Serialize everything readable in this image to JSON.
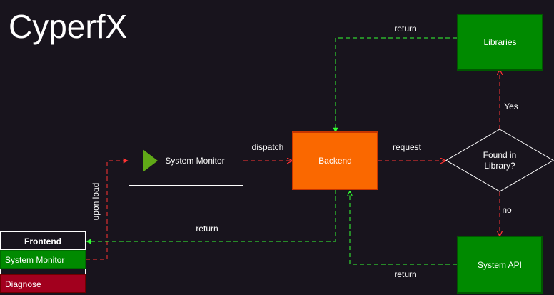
{
  "app": {
    "title": "CyperfX"
  },
  "nodes": {
    "system_monitor": "System Monitor",
    "backend": "Backend",
    "libraries": "Libraries",
    "decision": [
      "Found in",
      "Library?"
    ],
    "system_api": "System API"
  },
  "frontend": {
    "header": "Frontend",
    "items": [
      "System Monitor",
      "Diagnose"
    ]
  },
  "edges": {
    "upon_load": "upon load",
    "dispatch": "dispatch",
    "request": "request",
    "yes": "Yes",
    "no": "no",
    "return_libraries": "return",
    "return_api": "return",
    "return_frontend": "return"
  },
  "colors": {
    "background": "#18141d",
    "backend_fill": "#fa6800",
    "backend_border": "#c73500",
    "green_fill": "#008a00",
    "green_border": "#005700",
    "red_arrow": "#ff3333",
    "green_arrow": "#33ff33",
    "diagnose_fill": "#a2001e",
    "play_icon": "#60a917"
  },
  "icons": {
    "system_monitor": "play-triangle-icon"
  }
}
